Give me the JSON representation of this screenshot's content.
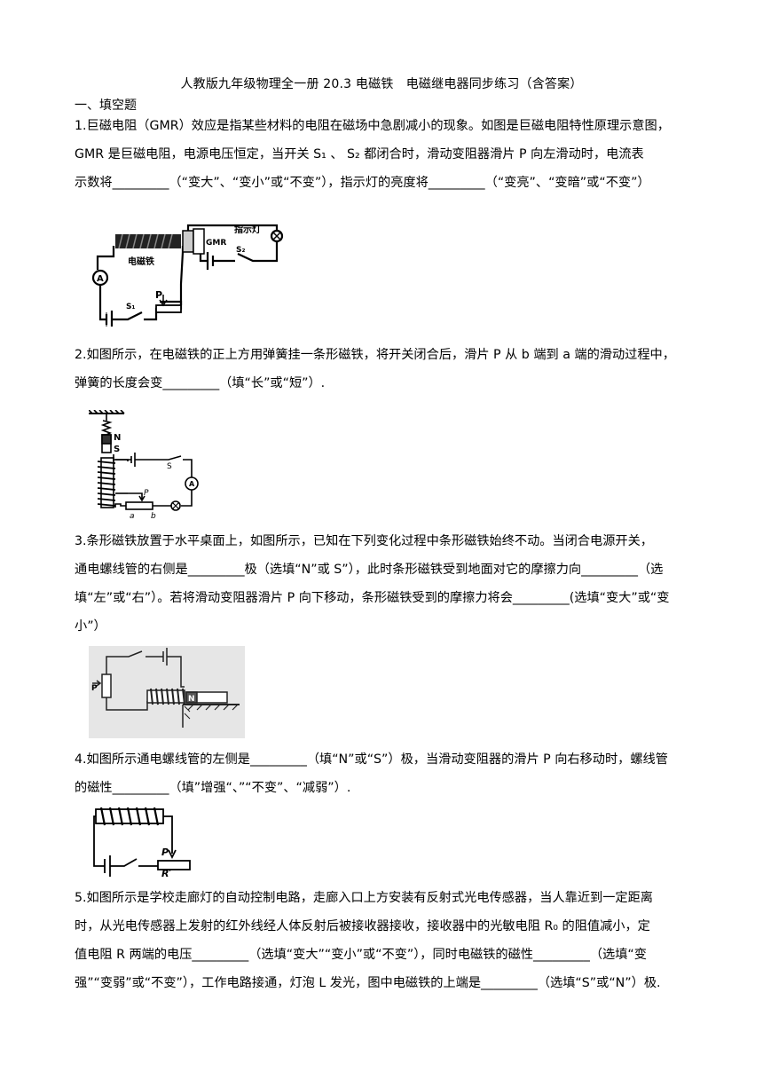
{
  "title": "人教版九年级物理全一册 20.3 电磁铁　电磁继电器同步练习（含答案）",
  "section": "一、填空题",
  "questions": [
    {
      "lines": [
        "1.巨磁电阻（GMR）效应是指某些材料的电阻在磁场中急剧减小的现象。如图是巨磁电阻特性原理示意图，",
        "GMR 是巨磁电阻，电源电压恒定，当开关 S₁ 、 S₂ 都闭合时，滑动变阻器滑片 P 向左滑动时，电流表",
        "示数将_________（“变大”、“变小”或“不变”），指示灯的亮度将_________（“变亮”、“变暗”或“不变”）"
      ],
      "figure_labels": {
        "electromagnet": "电磁铁",
        "gmr": "GMR",
        "lamp": "指示灯",
        "ammeter": "A",
        "s1": "S₁",
        "s2": "S₂",
        "p": "P"
      }
    },
    {
      "lines": [
        "2.如图所示，在电磁铁的正上方用弹簧挂一条形磁铁，将开关闭合后，滑片 P 从 b 端到 a 端的滑动过程中，",
        "弹簧的长度会变_________（填“长”或“短”）."
      ],
      "figure_labels": {
        "n": "N",
        "s": "S",
        "switch": "S",
        "ammeter": "A",
        "p": "P",
        "a": "a",
        "b": "b"
      }
    },
    {
      "lines": [
        "3.条形磁铁放置于水平桌面上，如图所示，已知在下列变化过程中条形磁铁始终不动。当闭合电源开关，",
        "通电螺线管的右侧是_________极（选填“N”或 S”），此时条形磁铁受到地面对它的摩擦力向_________（选",
        "填“左”或“右”）。若将滑动变阻器滑片 P 向下移动，条形磁铁受到的摩擦力将会_________(选填“变大”或“变",
        "小”）"
      ],
      "figure_labels": {
        "p": "P",
        "n": "N"
      }
    },
    {
      "lines": [
        "4.如图所示通电螺线管的左侧是_________（填“N”或“S”）极，当滑动变阻器的滑片 P 向右移动时，螺线管",
        "的磁性_________（填”增强“、”“不变”、“减弱”）."
      ],
      "figure_labels": {
        "p": "P",
        "r": "R′"
      }
    },
    {
      "lines": [
        "5.如图所示是学校走廊灯的自动控制电路，走廊入口上方安装有反射式光电传感器，当人靠近到一定距离",
        "时，从光电传感器上发射的红外线经人体反射后被接收器接收，接收器中的光敏电阻 R₀ 的阻值减小，定",
        "值电阻 R 两端的电压_________（选填“变大”“变小”或“不变”），同时电磁铁的磁性_________（选填“变",
        "强”“变弱”或“不变”），工作电路接通，灯泡 L 发光，图中电磁铁的上端是_________（选填“S”或“N”）极."
      ]
    }
  ]
}
